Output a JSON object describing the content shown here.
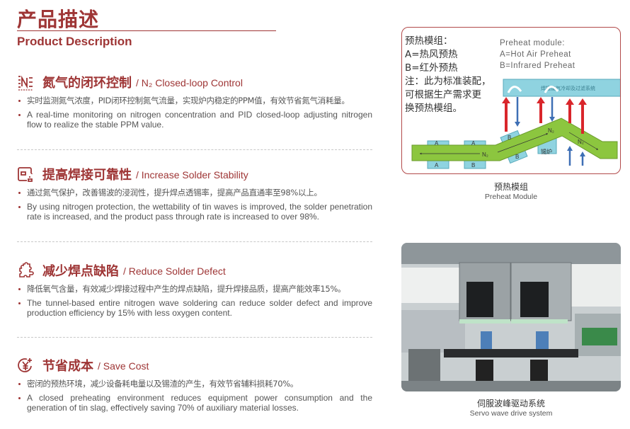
{
  "header": {
    "title_cn": "产品描述",
    "title_en": "Product Description"
  },
  "sections": [
    {
      "icon": "n2-icon",
      "title_cn": "氮气的闭环控制",
      "title_en": "/ N₂ Closed-loop Control",
      "bullet_cn": "实时监测氮气浓度，PID闭环控制氮气流量，实现炉内稳定的PPM值，有效节省氮气消耗量。",
      "bullet_en": "A real-time monitoring on nitrogen concentration and PID closed-loop adjusting nitrogen flow to realize the stable PPM value."
    },
    {
      "icon": "stability-icon",
      "title_cn": "提高焊接可靠性",
      "title_en": "/ Increase Solder Stability",
      "bullet_cn": "通过氮气保护，改善锡波的浸润性，提升焊点透锡率，提高产品直通率至98%以上。",
      "bullet_en": "By using nitrogen protection, the wettability of tin waves is improved, the solder penetration rate is increased, and the product pass through rate is increased to over 98%."
    },
    {
      "icon": "puzzle-icon",
      "title_cn": "减少焊点缺陷",
      "title_en": "/ Reduce Solder Defect",
      "bullet_cn": "降低氧气含量，有效减少焊接过程中产生的焊点缺陷，提升焊接品质，提高产能效率15%。",
      "bullet_en": "The tunnel-based entire nitrogen wave soldering can reduce solder defect and improve production efficiency by 15% with less oxygen content."
    },
    {
      "icon": "yen-cost-icon",
      "title_cn": "节省成本",
      "title_en": "/ Save Cost",
      "bullet_cn": "密闭的预热环境，减少设备耗电量以及锡渣的产生，有效节省辅料损耗70%。",
      "bullet_en": "A closed preheating environment reduces equipment power consumption and the generation of tin slag, effectively saving 70% of auxiliary material losses."
    }
  ],
  "diagram": {
    "cn_lines": [
      "预热模组：",
      "A=热风预热",
      "B=红外预热",
      "注：此为标准装配，",
      "可根据生产需求更",
      "换预热模组。"
    ],
    "en_lines": [
      "Preheat module:",
      "A=Hot Air Preheat",
      "B=Infrared Preheat"
    ],
    "top_bar_label": "焊接废气冷却及过滤系统",
    "tin_pot_label": "锡炉",
    "n2_label": "N₂",
    "label_a": "A",
    "label_b": "B",
    "caption_cn": "预热模组",
    "caption_en": "Preheat Module"
  },
  "photo": {
    "caption_cn": "伺服波峰驱动系统",
    "caption_en": "Servo wave drive system"
  },
  "colors": {
    "accent": "#9e3535",
    "green": "#8cc63f",
    "cyan": "#8fd3e0",
    "arrow_red": "#d9262b",
    "arrow_blue": "#3e6fb5"
  }
}
